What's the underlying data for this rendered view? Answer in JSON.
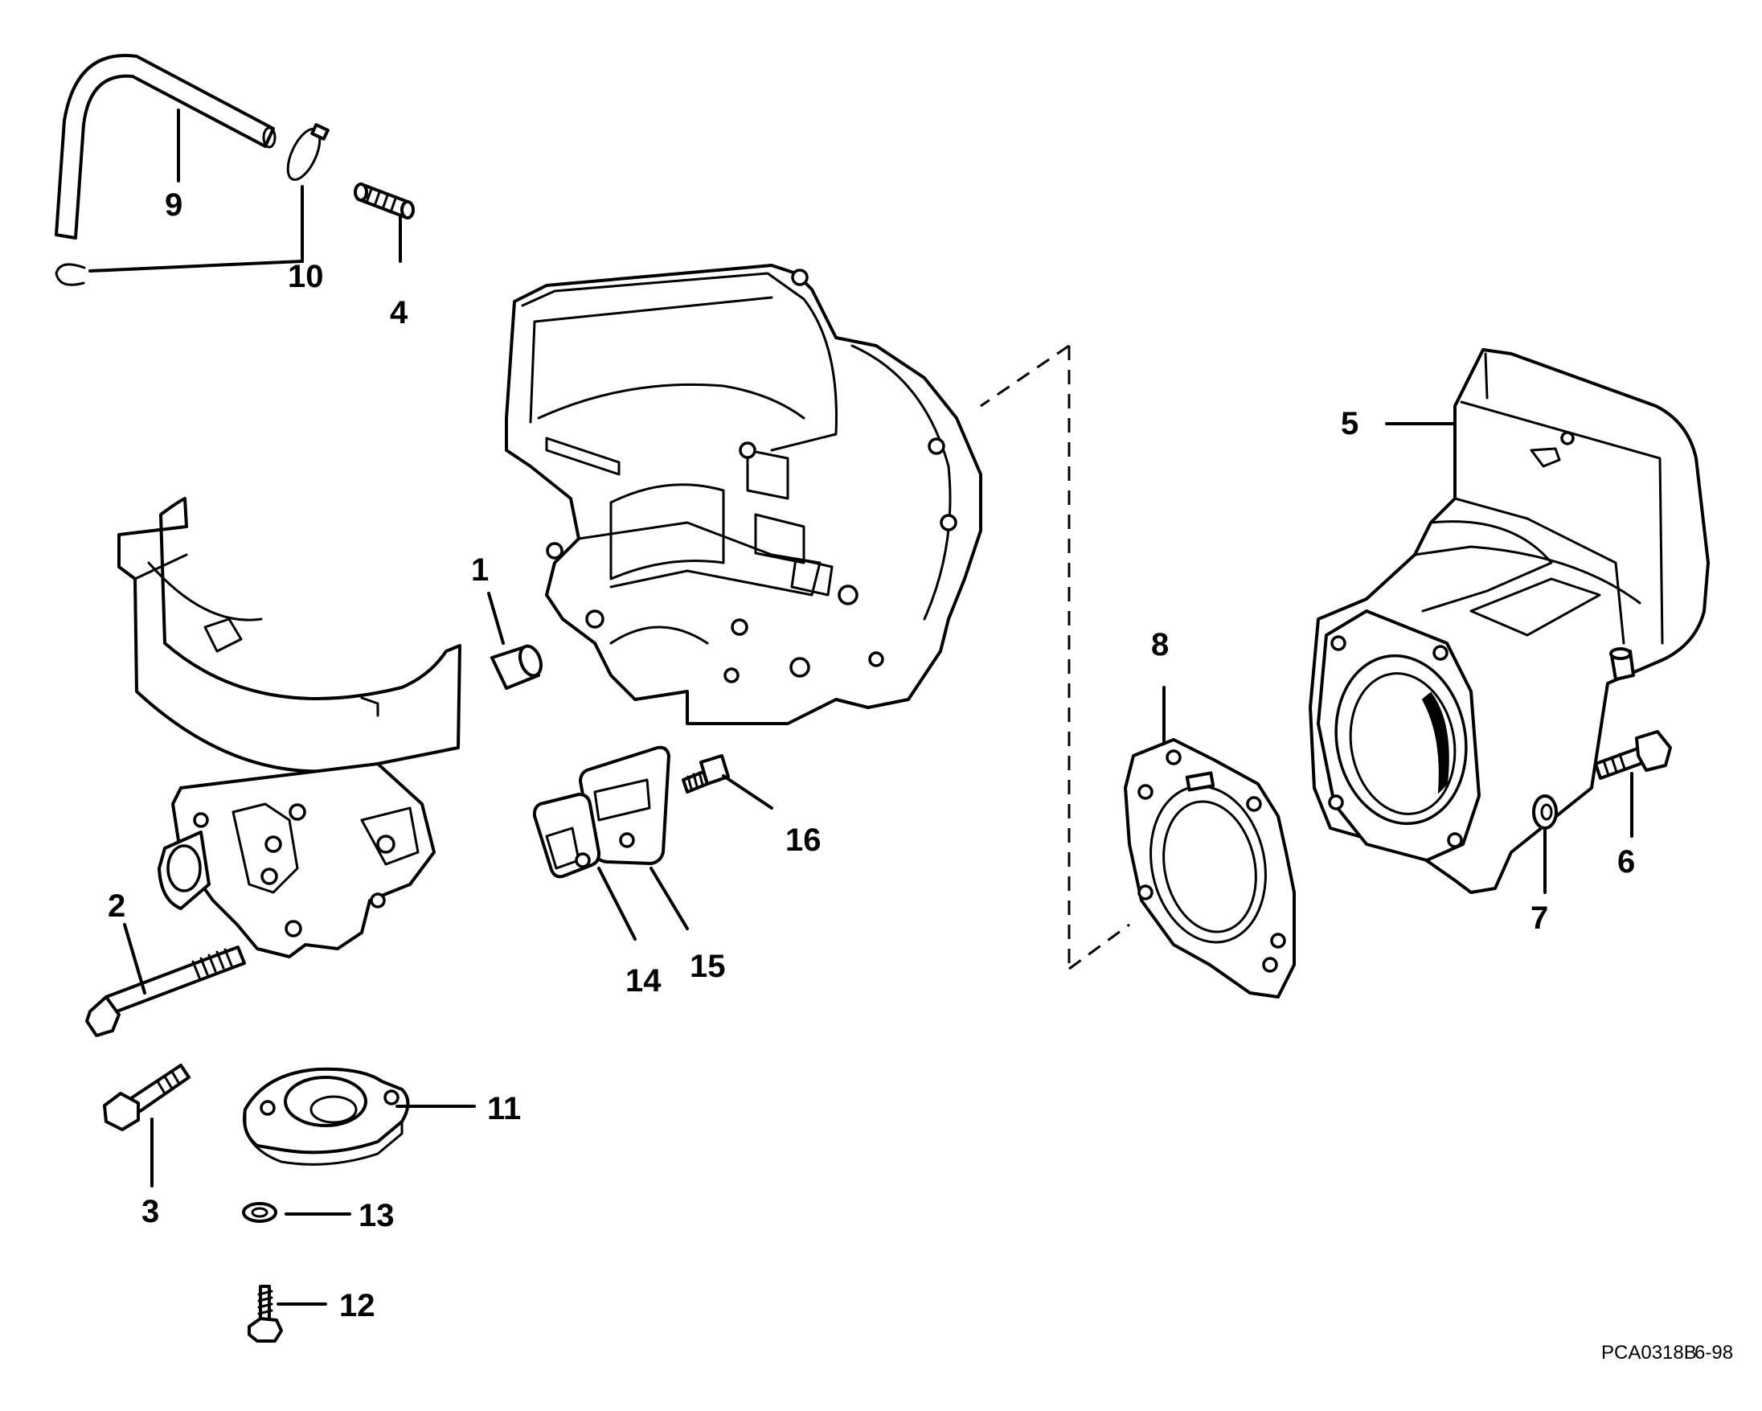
{
  "callouts": {
    "p1": "1",
    "p2": "2",
    "p3": "3",
    "p4": "4",
    "p5": "5",
    "p6": "6",
    "p7": "7",
    "p8": "8",
    "p9": "9",
    "p10": "10",
    "p11": "11",
    "p12": "12",
    "p13": "13",
    "p14": "14",
    "p15": "15",
    "p16": "16"
  },
  "footer": {
    "drawing_code": "PCA0318B",
    "date_code": "6-98"
  }
}
